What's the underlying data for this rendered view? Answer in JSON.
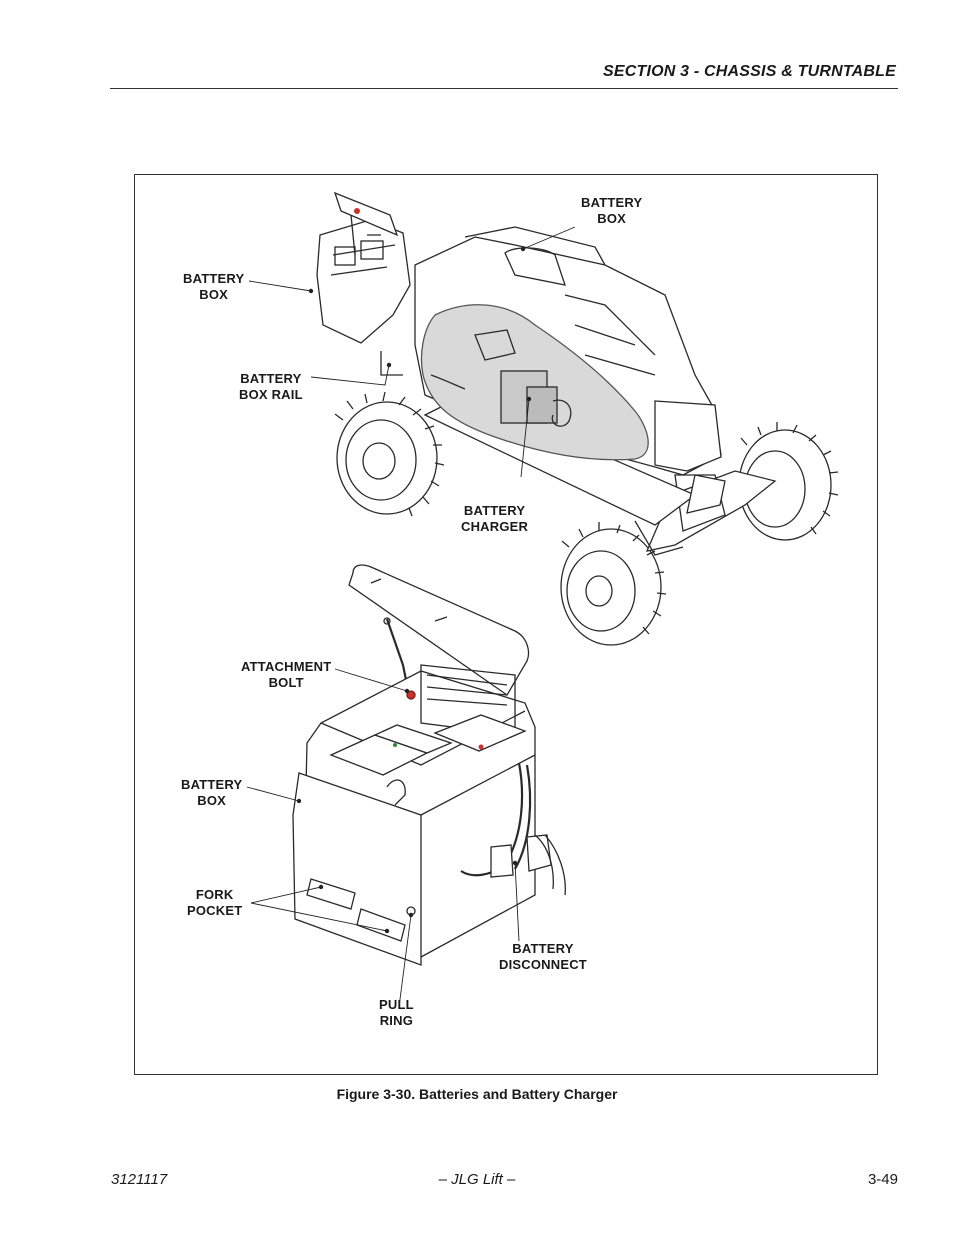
{
  "header": {
    "section_title": "SECTION 3 - CHASSIS & TURNTABLE"
  },
  "figure": {
    "callouts": {
      "battery_box_top_right": "BATTERY\nBOX",
      "battery_box_top_left": "BATTERY\nBOX",
      "battery_box_rail": "BATTERY\nBOX RAIL",
      "battery_charger": "BATTERY\nCHARGER",
      "attachment_bolt": "ATTACHMENT\nBOLT",
      "battery_box_lower": "BATTERY\nBOX",
      "fork_pocket": "FORK\nPOCKET",
      "battery_disconnect": "BATTERY\nDISCONNECT",
      "pull_ring": "PULL\nRING"
    },
    "caption": "Figure 3-30.  Batteries and Battery Charger"
  },
  "footer": {
    "doc_number": "3121117",
    "center_text": "– JLG Lift –",
    "page_number": "3-49"
  }
}
